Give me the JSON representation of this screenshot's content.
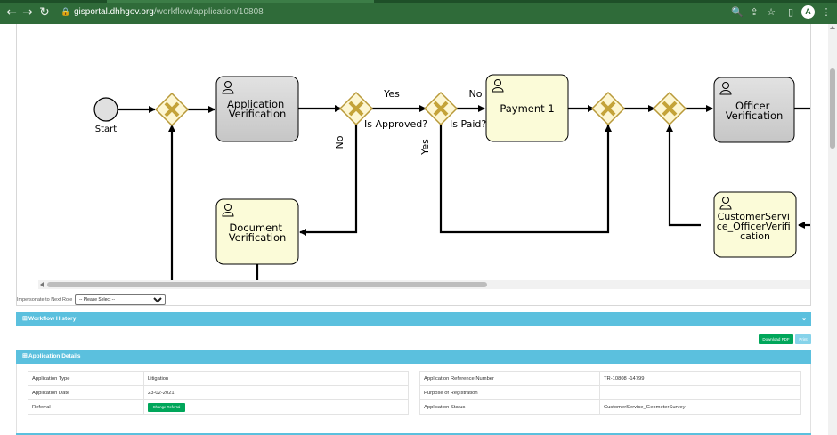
{
  "browser": {
    "url_host": "gisportal.dhhgov.org",
    "url_path": "/workflow/application/10808",
    "back_icon": "←",
    "forward_icon": "→",
    "reload_icon": "↻",
    "lock_icon": "🔒",
    "zoom_icon": "🔍",
    "share_icon": "⇪",
    "star_icon": "☆",
    "sidebar_icon": "▯",
    "avatar_initial": "A",
    "menu_icon": "⋮"
  },
  "diagram": {
    "start_label": "Start",
    "tasks": {
      "application_verification": [
        "Application",
        "Verification"
      ],
      "document_verification": [
        "Document",
        "Verification"
      ],
      "payment_1": [
        "Payment 1"
      ],
      "officer_verification": [
        "Officer",
        "Verification"
      ],
      "customer_service": [
        "CustomerServi",
        "ce_OfficerVerifi",
        "cation"
      ]
    },
    "gateway_labels": {
      "is_approved": "Is Approved?",
      "is_paid": "Is Paid?"
    },
    "flow_labels": {
      "approved_yes": "Yes",
      "approved_no": "No",
      "paid_no": "No",
      "paid_yes": "Yes"
    },
    "colors": {
      "task_gray": "#d4d4d4",
      "task_active": "#fbfbd8",
      "gateway_fill": "#fdf6d2",
      "gateway_x": "#c4a339"
    }
  },
  "impersonate": {
    "label": "Impersonate to Next Role",
    "selected": "-- Please Select --"
  },
  "workflow_history": {
    "title": "Workflow History",
    "plus_icon": "⊞",
    "chevron_icon": "⌄"
  },
  "actions": {
    "download_pdf": "Download PDF",
    "print": "Print"
  },
  "application_details": {
    "title": "Application Details",
    "plus_icon": "⊞",
    "left_rows": [
      {
        "label": "Application Type",
        "value": "Litigation"
      },
      {
        "label": "Application Date",
        "value": "23-02-2021"
      },
      {
        "label": "Referral",
        "button": "Change Referral"
      }
    ],
    "right_rows": [
      {
        "label": "Application Reference Number",
        "value": "TR-10808 -14799"
      },
      {
        "label": "Purpose of Registration",
        "value": ""
      },
      {
        "label": "Application Status",
        "value": "CustomerService_GeometerSurvey"
      }
    ]
  }
}
